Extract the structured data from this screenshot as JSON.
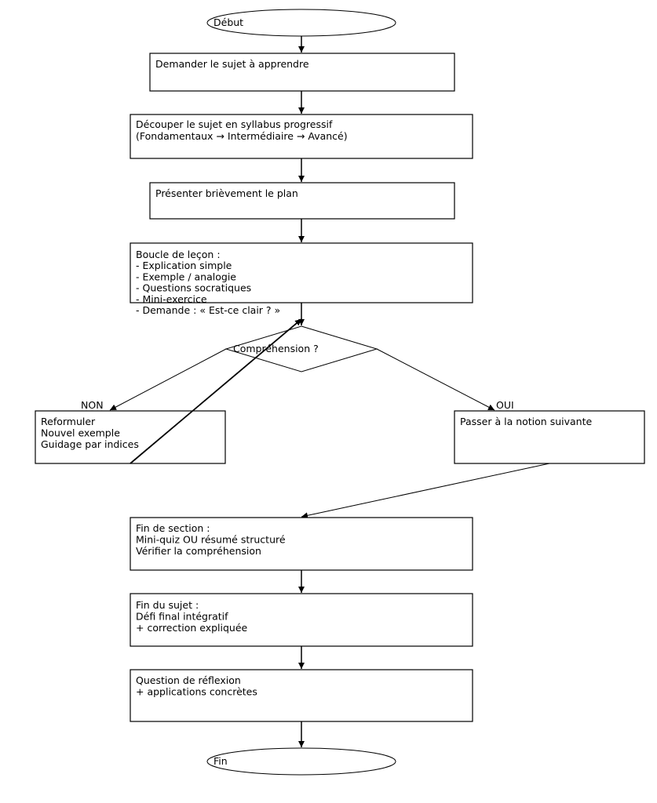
{
  "diagram": {
    "start": "Début",
    "end": "Fin",
    "steps": {
      "ask_topic": [
        "Demander le sujet à apprendre"
      ],
      "syllabus": [
        "Découper le sujet en syllabus progressif",
        "(Fondamentaux → Intermédiaire → Avancé)"
      ],
      "plan": [
        "Présenter brièvement le plan"
      ],
      "lesson_loop": [
        "Boucle de leçon :",
        "- Explication simple",
        "- Exemple / analogie",
        "- Questions socratiques",
        "- Mini-exercice",
        "- Demande : « Est-ce clair ? »"
      ],
      "reformulate": [
        "Reformuler",
        "Nouvel exemple",
        "Guidage par indices"
      ],
      "next_notion": [
        "Passer à la notion suivante"
      ],
      "section_end": [
        "Fin de section :",
        "Mini-quiz OU résumé structuré",
        "Vérifier la compréhension"
      ],
      "topic_end": [
        "Fin du sujet :",
        "Défi final intégratif",
        "+ correction expliquée"
      ],
      "reflection": [
        "Question de réflexion",
        "+ applications concrètes"
      ]
    },
    "decision": "Compréhension ?",
    "branch_no": "NON",
    "branch_yes": "OUI"
  }
}
